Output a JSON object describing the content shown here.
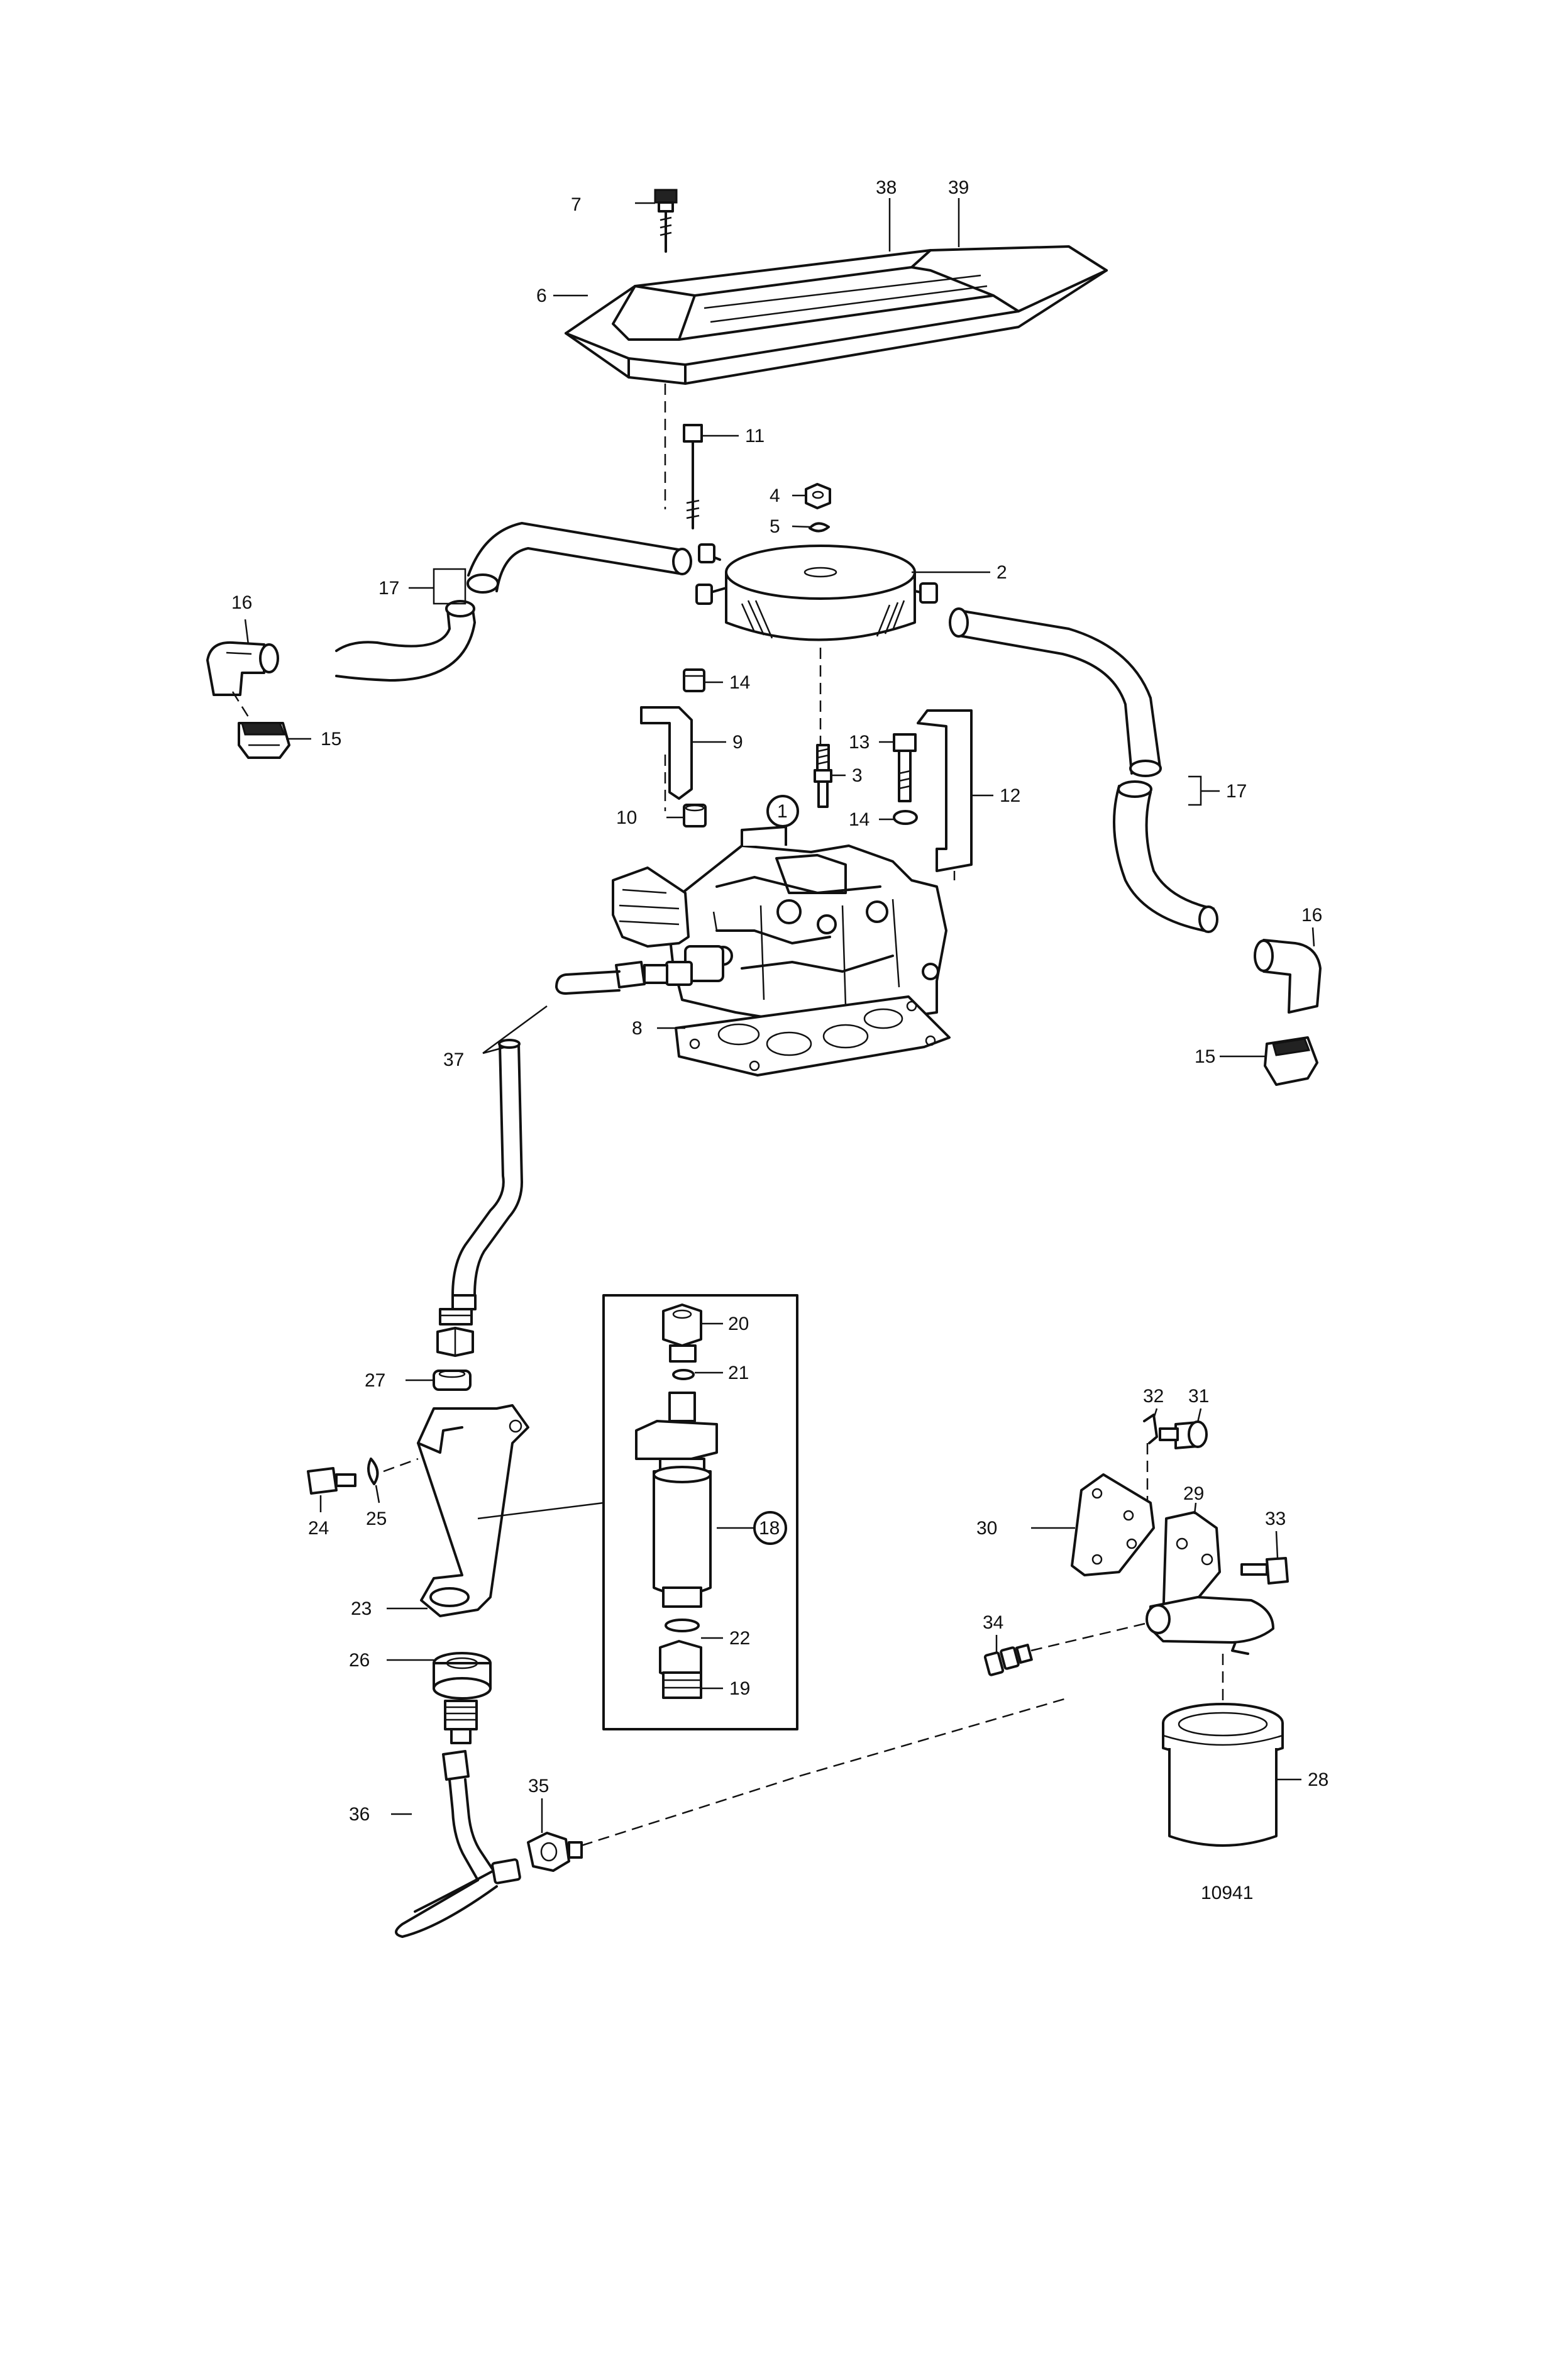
{
  "labels": {
    "p1": "1",
    "p2": "2",
    "p3": "3",
    "p4": "4",
    "p5": "5",
    "p6": "6",
    "p7": "7",
    "p8": "8",
    "p9": "9",
    "p10": "10",
    "p11": "11",
    "p12": "12",
    "p13": "13",
    "p14a": "14",
    "p14b": "14",
    "p15a": "15",
    "p15b": "15",
    "p16a": "16",
    "p16b": "16",
    "p17a": "17",
    "p17b": "17",
    "p18": "18",
    "p19": "19",
    "p20": "20",
    "p21": "21",
    "p22": "22",
    "p23": "23",
    "p24": "24",
    "p25": "25",
    "p26": "26",
    "p27": "27",
    "p28": "28",
    "p29": "29",
    "p30": "30",
    "p31": "31",
    "p32": "32",
    "p33": "33",
    "p34": "34",
    "p35": "35",
    "p36": "36",
    "p37": "37",
    "p38": "38",
    "p39": "39"
  },
  "figure_number": "10941"
}
